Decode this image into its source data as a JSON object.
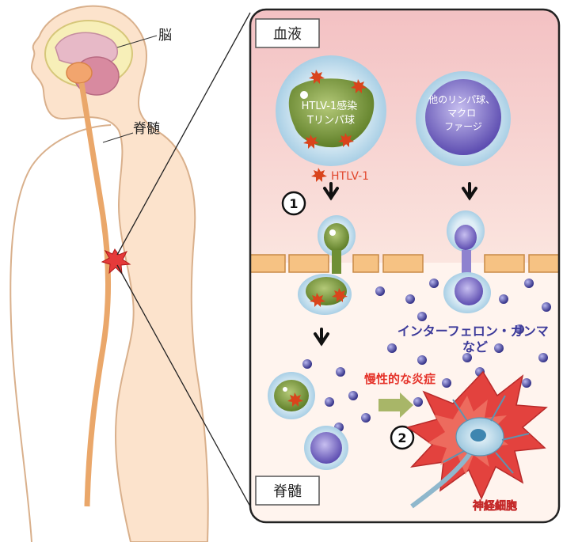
{
  "labels": {
    "brain": "脳",
    "spinal_cord": "脊髄",
    "blood_box": "血液",
    "spinal_box": "脊髄",
    "infected_cell": "HTLV-1感染\nTリンパ球",
    "other_cells": "他のリンパ球、\nマクロ\nファージ",
    "virus_legend": "HTLV-1",
    "step1": "①",
    "step2": "②",
    "cytokine": "インターフェロン・ガンマ\nなど",
    "inflammation": "慢性的な炎症",
    "neuron": "神経細胞"
  },
  "colors": {
    "blood_top": "#f2b3b6",
    "blood_bottom": "#fde7e0",
    "tissue": "#fff3ec",
    "barrier": "#f6c283",
    "infected_green": "#6f8f34",
    "macrophage": "#7a6ac4",
    "virus": "#d9441c",
    "cytokine_dot": "#3c3a9a",
    "inflammation_red": "#e3423e",
    "cytokine_text": "#3c3a9a",
    "inflammation_text": "#e5332a",
    "legend_text": "#e1452b"
  }
}
